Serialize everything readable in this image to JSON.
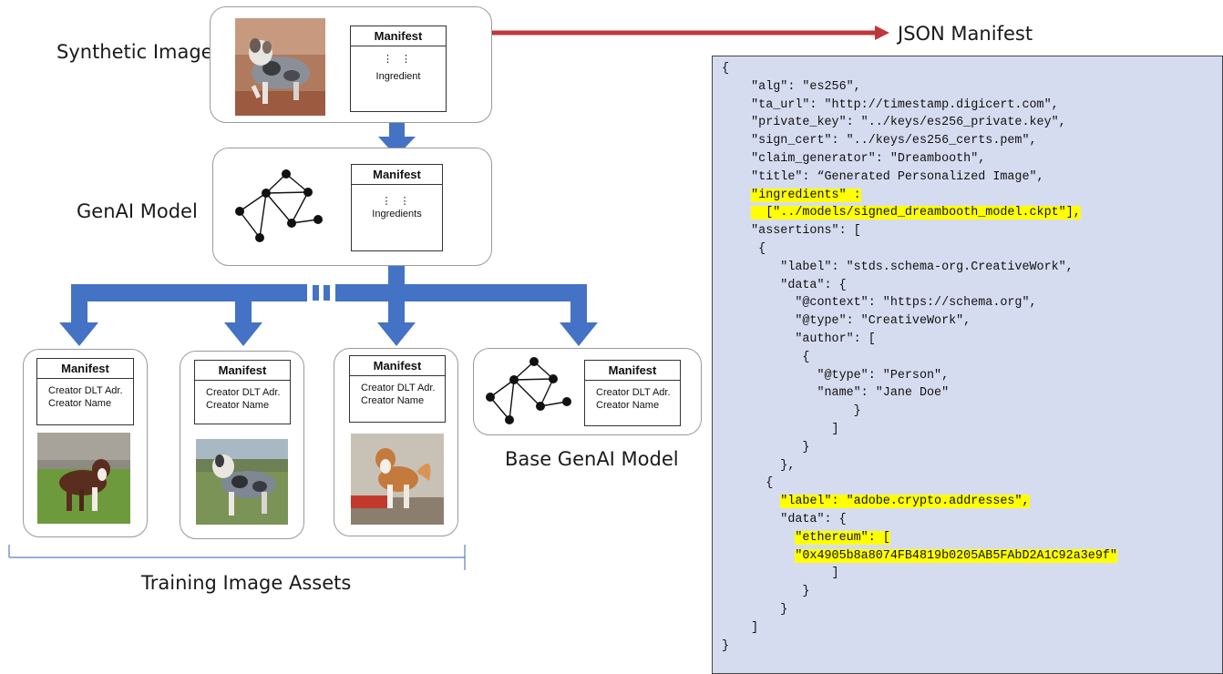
{
  "labels": {
    "synthetic_image": "Synthetic Image",
    "genai_model": "GenAI Model",
    "base_genai_model": "Base GenAI Model",
    "training_image_assets": "Training Image Assets",
    "json_manifest": "JSON Manifest"
  },
  "manifest_title": "Manifest",
  "synthetic_manifest": {
    "dots": "⋮ ⋮",
    "body": "Ingredient"
  },
  "model_manifest": {
    "dots": "⋮ ⋮",
    "body": "Ingredients"
  },
  "creator_manifest": {
    "line1": "Creator DLT Adr.",
    "line2": "Creator Name"
  },
  "branch_gap_symbol": "▮▮",
  "colors": {
    "flow_arrow": "#4472c4",
    "json_arrow": "#c0363a",
    "json_bg": "#d6dcf0",
    "highlight": "#ffff00"
  },
  "json_lines": [
    {
      "text": "{"
    },
    {
      "text": "    \"alg\": \"es256\","
    },
    {
      "text": "    \"ta_url\": \"http://timestamp.digicert.com\","
    },
    {
      "text": "    \"private_key\": \"../keys/es256_private.key\","
    },
    {
      "text": "    \"sign_cert\": \"../keys/es256_certs.pem\","
    },
    {
      "text": "    \"claim_generator\": \"Dreambooth\","
    },
    {
      "text": "    \"title\": “Generated Personalized Image\","
    },
    {
      "pre": "    ",
      "hl": "\"ingredients\" :"
    },
    {
      "pre": "    ",
      "hl": "  [\"../models/signed_dreambooth_model.ckpt\"],"
    },
    {
      "text": "    \"assertions\": ["
    },
    {
      "text": "     {"
    },
    {
      "text": "        \"label\": \"stds.schema-org.CreativeWork\","
    },
    {
      "text": "        \"data\": {"
    },
    {
      "text": "          \"@context\": \"https://schema.org\","
    },
    {
      "text": "          \"@type\": \"CreativeWork\","
    },
    {
      "text": "          \"author\": ["
    },
    {
      "text": "           {"
    },
    {
      "text": "             \"@type\": \"Person\","
    },
    {
      "text": "             \"name\": \"Jane Doe\""
    },
    {
      "text": "                  }"
    },
    {
      "text": "               ]"
    },
    {
      "text": "           }"
    },
    {
      "text": "        },"
    },
    {
      "text": "      {"
    },
    {
      "pre": "        ",
      "hl": "\"label\": \"adobe.crypto.addresses\","
    },
    {
      "text": "        \"data\": {"
    },
    {
      "pre": "          ",
      "hl": "\"ethereum\": ["
    },
    {
      "pre": "          ",
      "hl": "\"0x4905b8a8074FB4819b0205AB5FAbD2A1C92a3e9f\""
    },
    {
      "text": "               ]"
    },
    {
      "text": "           }"
    },
    {
      "text": "        }"
    },
    {
      "text": "    ]"
    },
    {
      "text": "}"
    }
  ]
}
